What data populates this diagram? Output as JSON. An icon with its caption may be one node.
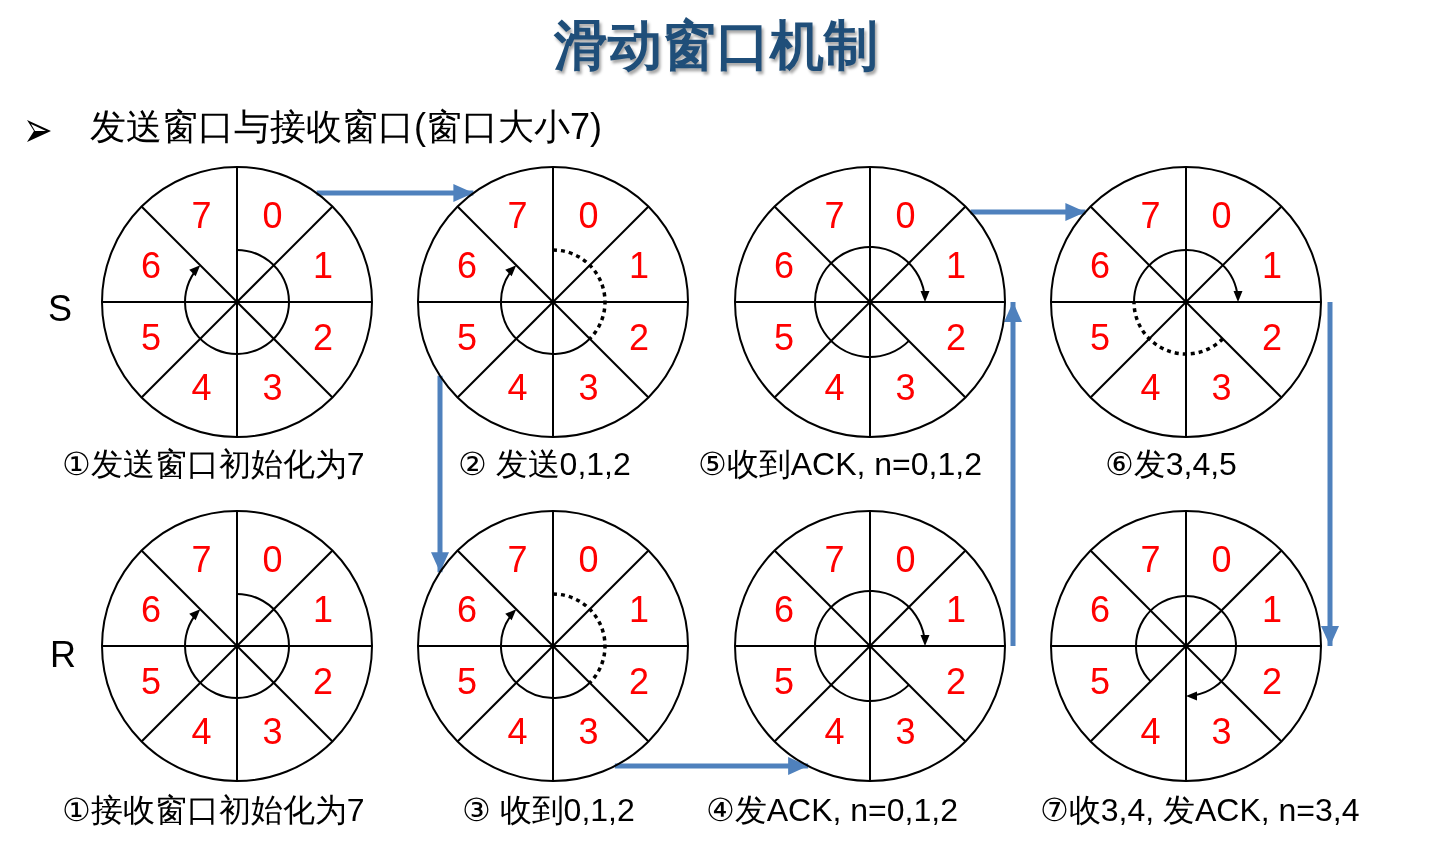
{
  "diagram": {
    "title": "滑动窗口机制",
    "nodes": [
      {
        "text": [
          "0",
          "1",
          "2",
          "3",
          "4",
          "5",
          "6",
          "7"
        ],
        "beside": [
          "①发送窗口初始化为7"
        ]
      },
      {
        "text": [
          "0",
          "1",
          "2",
          "3",
          "4",
          "5",
          "6",
          "7"
        ],
        "beside": [
          "② 发送0,1,2"
        ]
      },
      {
        "text": [
          "0",
          "1",
          "2",
          "3",
          "4",
          "5",
          "6",
          "7"
        ],
        "beside": [
          "⑤收到ACK, n=0,1,2"
        ]
      },
      {
        "text": [
          "0",
          "1",
          "2",
          "3",
          "4",
          "5",
          "6",
          "7"
        ],
        "beside": [
          "⑥发3,4,5"
        ]
      },
      {
        "text": [
          "0",
          "1",
          "2",
          "3",
          "4",
          "5",
          "6",
          "7"
        ],
        "beside": [
          "①接收窗口初始化为7"
        ]
      },
      {
        "text": [
          "0",
          "1",
          "2",
          "3",
          "4",
          "5",
          "6",
          "7"
        ],
        "beside": [
          "③ 收到0,1,2"
        ]
      },
      {
        "text": [
          "0",
          "1",
          "2",
          "3",
          "4",
          "5",
          "6",
          "7"
        ],
        "beside": [
          "④发ACK, n=0,1,2"
        ]
      },
      {
        "text": [
          "0",
          "1",
          "2",
          "3",
          "4",
          "5",
          "6",
          "7"
        ],
        "beside": [
          "⑦收3,4, 发ACK, n=3,4"
        ]
      }
    ],
    "edges": [
      {
        "from": 0,
        "to": 1,
        "arrow": "to"
      },
      {
        "from": 1,
        "to": 5,
        "arrow": "to"
      },
      {
        "from": 5,
        "to": 6,
        "arrow": "to"
      },
      {
        "from": 6,
        "to": 2,
        "arrow": "to"
      },
      {
        "from": 2,
        "to": 3,
        "arrow": "to"
      },
      {
        "from": 3,
        "to": 7,
        "arrow": "to"
      }
    ],
    "labels": [
      "发送窗口与接收窗口(窗口大小7)",
      "S",
      "R"
    ]
  }
}
